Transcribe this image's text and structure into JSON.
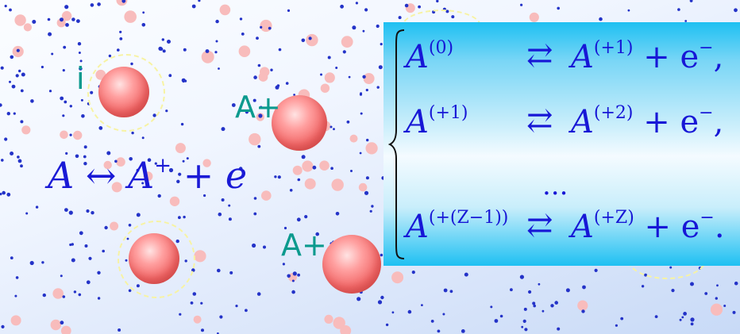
{
  "ion_labels": [
    "i",
    "A+",
    "A+"
  ],
  "left_equation": {
    "lhs": "A",
    "arrow": "↔",
    "rhs_species": "A",
    "rhs_charge": "+",
    "plus": "+",
    "electron": "e"
  },
  "reaction_system": {
    "rows": [
      {
        "lhs": "A",
        "lhs_sup": "(0)",
        "arrow": "⇄",
        "rhs": "A",
        "rhs_sup": "(+1)",
        "tail": "+ e",
        "tail_sup": "−",
        "punct": ","
      },
      {
        "lhs": "A",
        "lhs_sup": "(+1)",
        "arrow": "⇄",
        "rhs": "A",
        "rhs_sup": "(+2)",
        "tail": "+ e",
        "tail_sup": "−",
        "punct": ","
      },
      {
        "lhs": "A",
        "lhs_sup": "(+(Z−1))",
        "arrow": "⇄",
        "rhs": "A",
        "rhs_sup": "(+Z)",
        "tail": "+ e",
        "tail_sup": "−",
        "punct": "."
      }
    ],
    "ellipsis": "..."
  },
  "colors": {
    "equation_text": "#1717d6",
    "ion_label": "#0b9a8e",
    "electron_dot": "#2433c8",
    "ion_dot": "#f8bcbc",
    "box_accent": "#1ec0f2"
  }
}
